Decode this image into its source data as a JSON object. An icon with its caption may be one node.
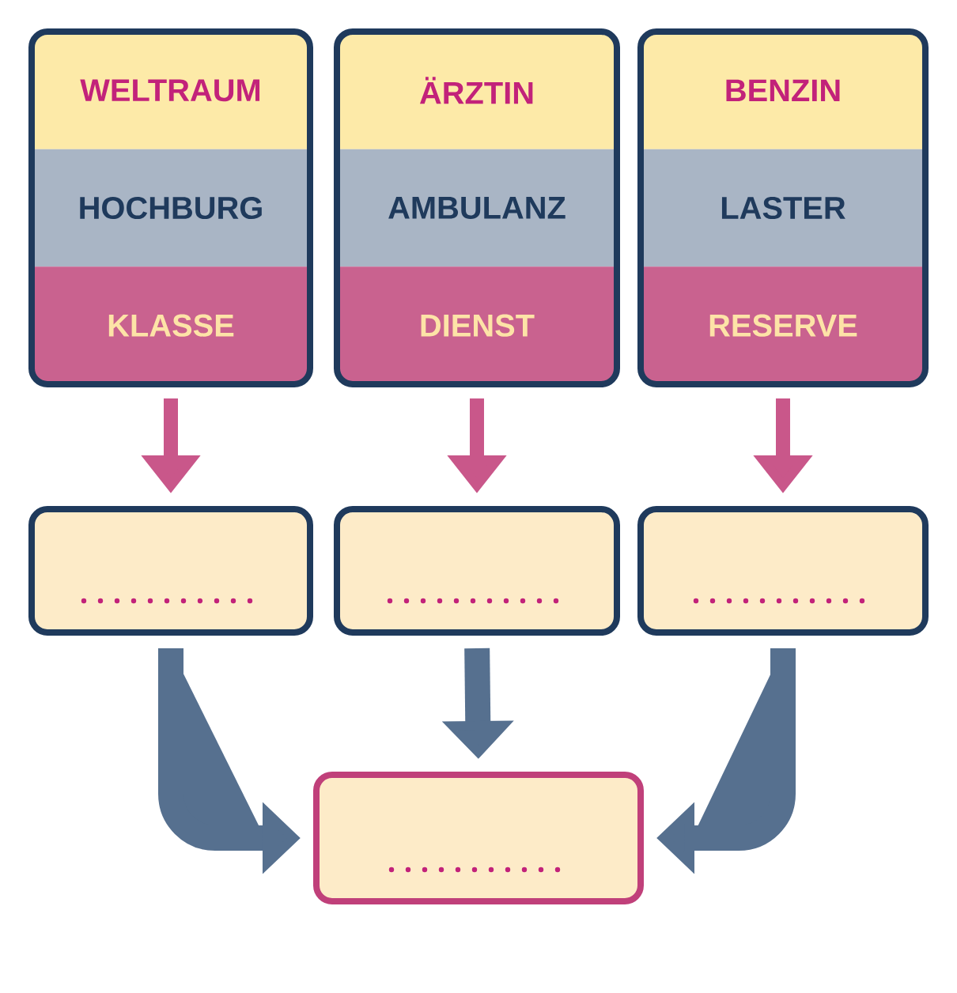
{
  "diagram": {
    "nodes": [
      {
        "text": [],
        "shape": "box"
      },
      {
        "text": [
          "WELTRAUM"
        ],
        "in": 0
      },
      {
        "text": [
          "HOCHBURG"
        ],
        "in": 0
      },
      {
        "text": [
          "KLASSE"
        ],
        "in": 0
      },
      {
        "text": [],
        "shape": "box"
      },
      {
        "text": [
          "ÄRZTIN"
        ],
        "in": 4
      },
      {
        "text": [
          "AMBULANZ"
        ],
        "in": 4
      },
      {
        "text": [
          "DIENST"
        ],
        "in": 4
      },
      {
        "text": [],
        "shape": "box"
      },
      {
        "text": [
          "BENZIN"
        ],
        "in": 8
      },
      {
        "text": [
          "LASTER"
        ],
        "in": 8
      },
      {
        "text": [
          "RESERVE"
        ],
        "in": 8
      },
      {
        "text": [],
        "shape": "box"
      },
      {
        "text": [],
        "shape": "box"
      },
      {
        "text": [],
        "shape": "box"
      },
      {
        "text": [],
        "shape": "box"
      }
    ],
    "edges": [
      {
        "from": 0,
        "to": 12,
        "arrow": "to",
        "color": "#c9578a"
      },
      {
        "from": 4,
        "to": 13,
        "arrow": "to",
        "color": "#c9578a"
      },
      {
        "from": 8,
        "to": 14,
        "arrow": "to",
        "color": "#c9578a"
      },
      {
        "from": 12,
        "to": 15,
        "arrow": "to",
        "color": "#56708f"
      },
      {
        "from": 13,
        "to": 15,
        "arrow": "to",
        "color": "#56708f"
      },
      {
        "from": 14,
        "to": 15,
        "arrow": "to",
        "color": "#56708f"
      }
    ]
  }
}
